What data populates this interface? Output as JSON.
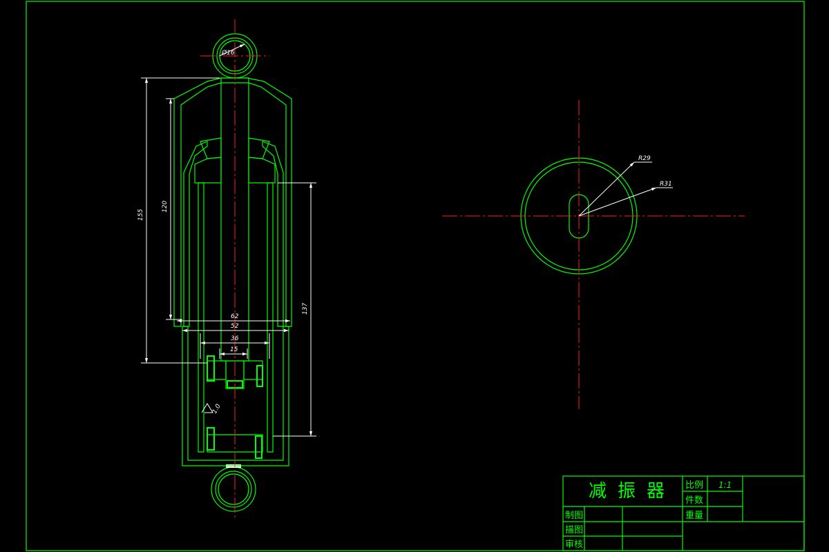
{
  "drawing": {
    "title": "减振器",
    "dimensions": {
      "eye_diameter": "Ø16",
      "overall_length": "155",
      "reservoir_height": "120",
      "stroke_length": "137",
      "outer_width": "62",
      "cylinder_width": "52",
      "piston_width": "36",
      "rod_width": "15",
      "surface_finish": "1.0",
      "radius_inner": "R29",
      "radius_outer": "R31"
    },
    "title_block": {
      "scale_label": "比例",
      "scale_value": "1:1",
      "quantity_label": "件数",
      "weight_label": "重量",
      "drawn_label": "制图",
      "traced_label": "描图",
      "checked_label": "审核"
    }
  },
  "colors": {
    "background": "#000000",
    "lines": "#00ff00",
    "centerlines": "#ff2020",
    "dimensions": "#ffffff"
  }
}
